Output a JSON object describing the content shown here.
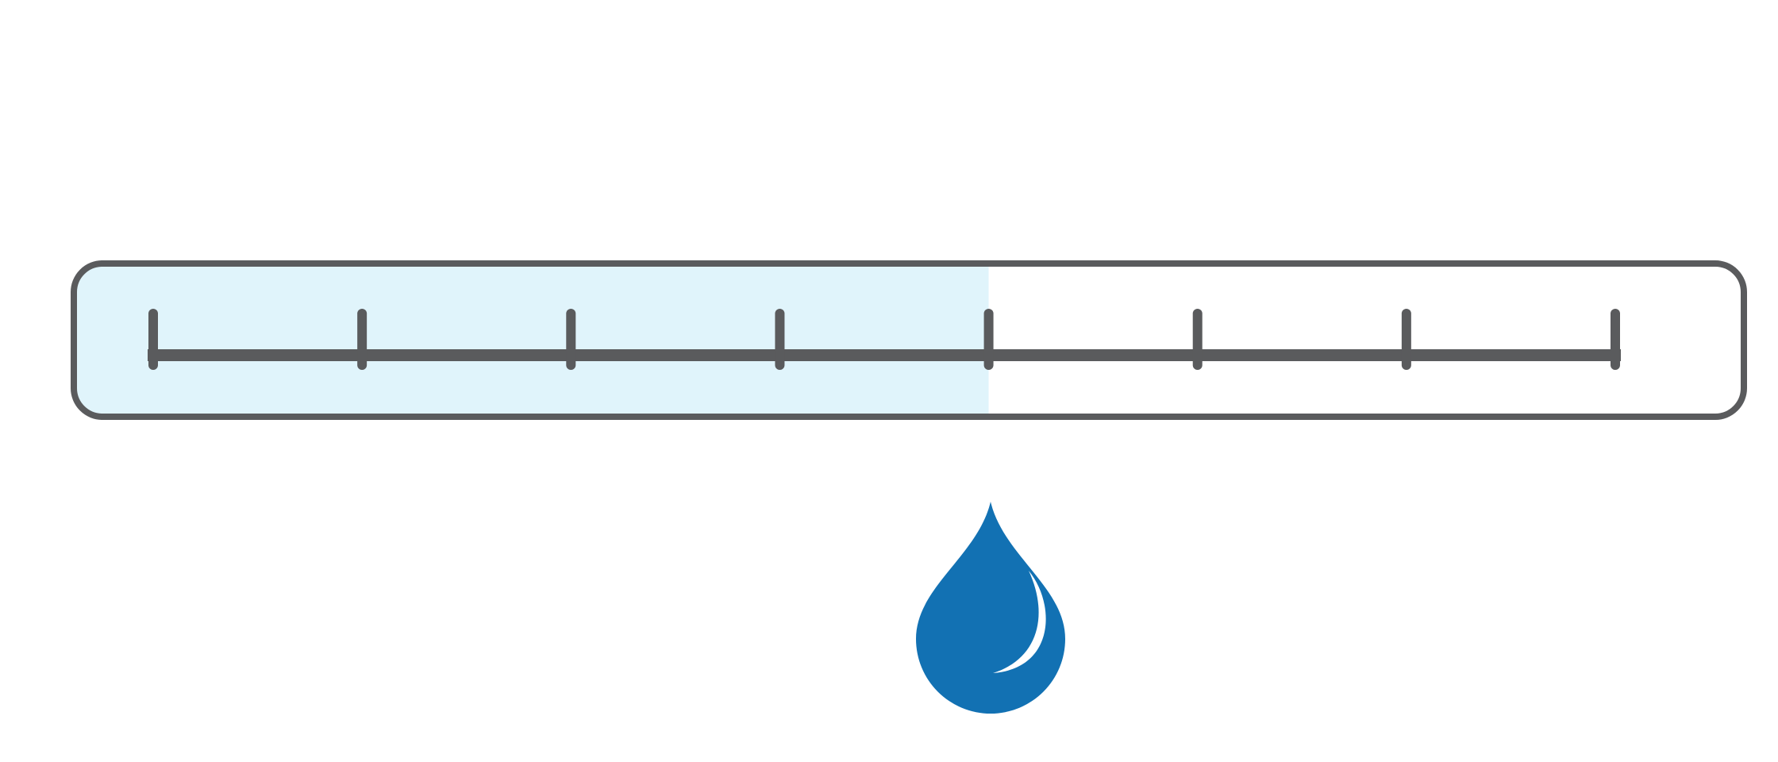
{
  "gauge": {
    "tick_count": 8,
    "filled_intervals": 4,
    "total_intervals": 7,
    "fill_fraction": 0.5714
  },
  "colors": {
    "outline": "#5a5b5d",
    "fill": "#e0f4fb",
    "drop": "#1271b3",
    "background": "#ffffff"
  },
  "indicator": {
    "icon": "water-drop-icon"
  }
}
